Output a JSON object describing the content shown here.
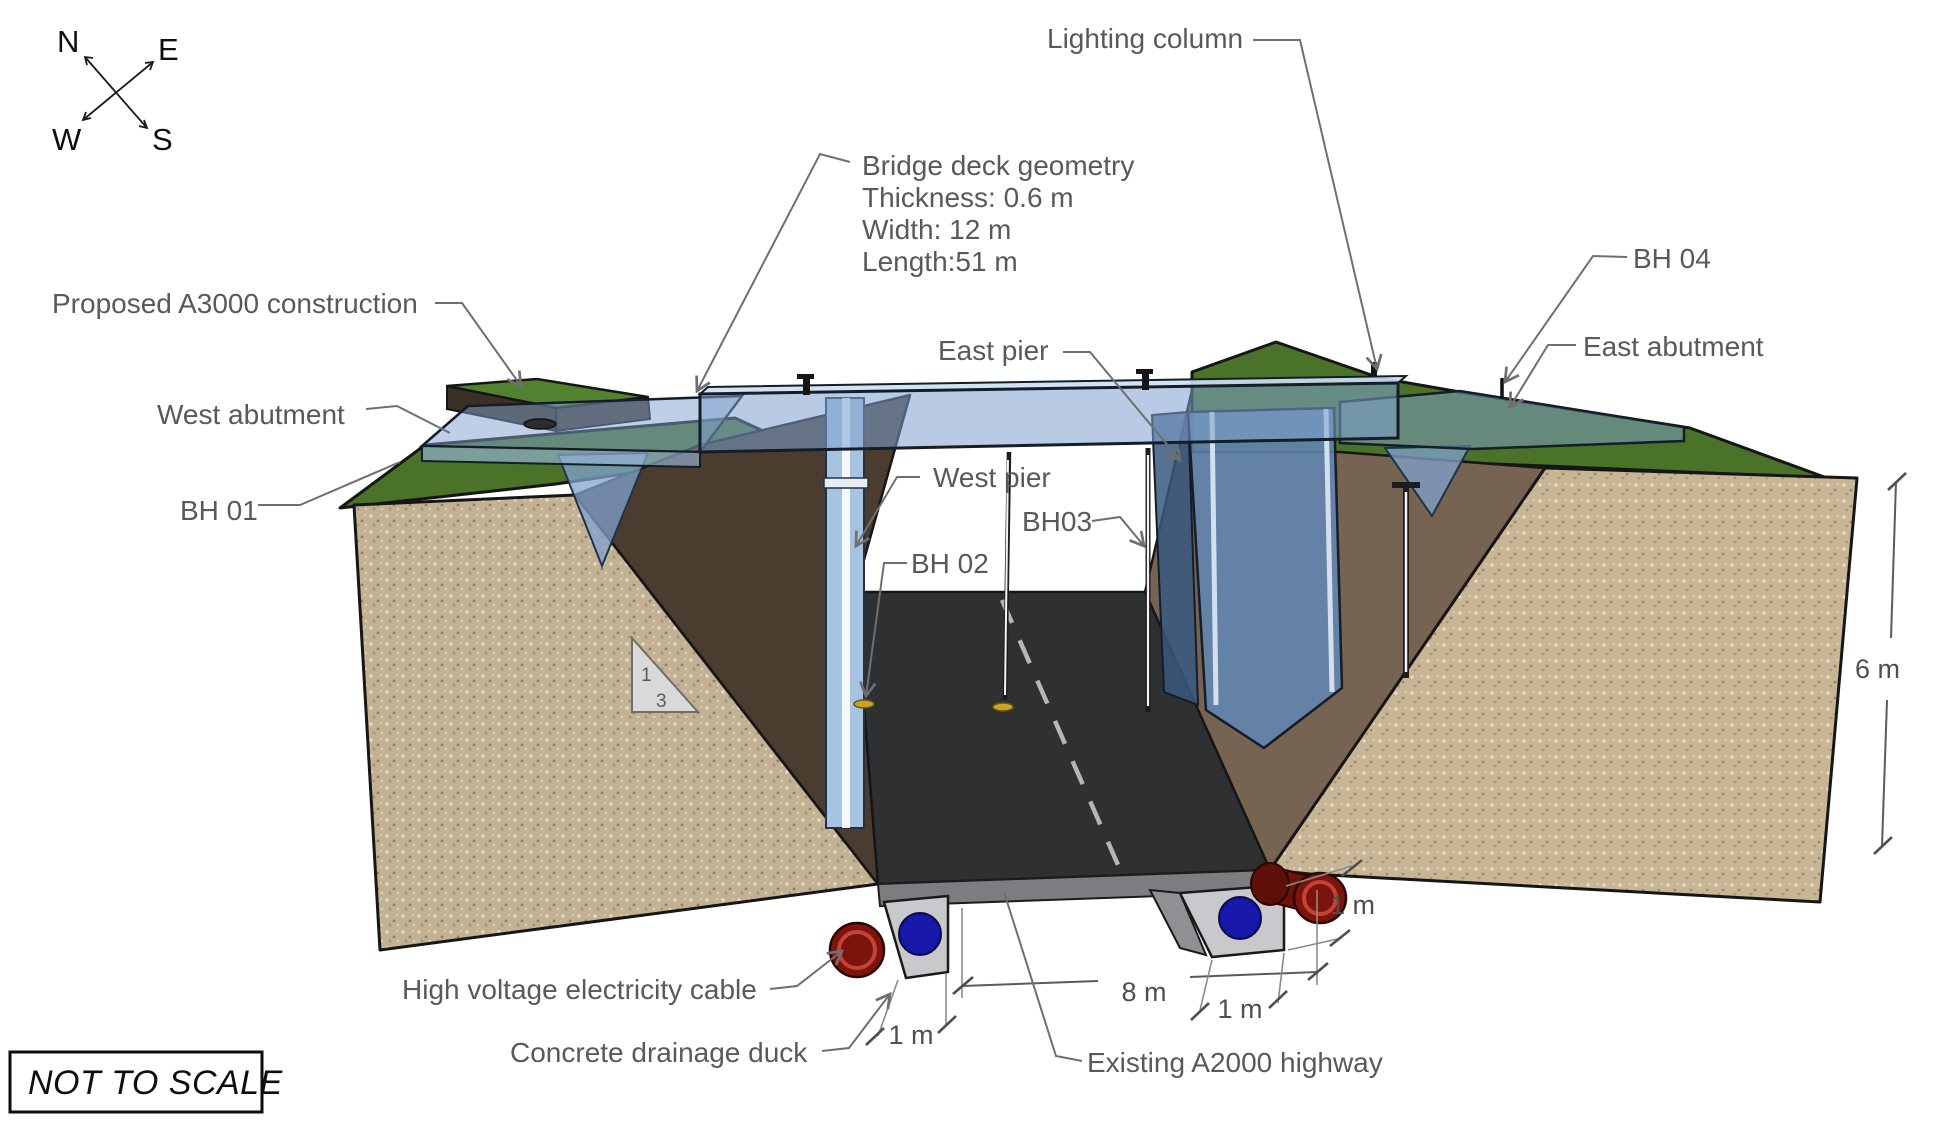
{
  "scene": {
    "compass": {
      "n": "N",
      "e": "E",
      "w": "W",
      "s": "S"
    },
    "notice": "NOT TO SCALE",
    "deck_info": {
      "line1": "Bridge deck geometry",
      "line2": "Thickness: 0.6 m",
      "line3": "Width: 12 m",
      "line4": "Length:51 m"
    },
    "labels": {
      "lighting_column": "Lighting column",
      "proposed": "Proposed A3000 construction",
      "west_abutment": "West abutment",
      "bh01": "BH 01",
      "east_pier": "East pier",
      "west_pier": "West pier",
      "bh02": "BH 02",
      "bh03": "BH03",
      "bh04": "BH 04",
      "east_abutment": "East abutment",
      "hv_cable": "High voltage electricity cable",
      "drainage_duct": "Concrete drainage duck",
      "highway": "Existing A2000 highway"
    },
    "dimensions": {
      "cut_depth": "6 m",
      "road_width": "8 m",
      "west_duct_width": "1 m",
      "east_duct_width": "1 m",
      "duct_depth": "1 m"
    },
    "slope_indicator": {
      "vertical": "1",
      "horizontal": "3"
    },
    "colors": {
      "grass": "#4a7329",
      "grass_bright": "#528230",
      "sand": "#c3b193",
      "dark_slope_west": "#4a3d30",
      "dark_slope_east": "#766351",
      "road": "#2f3032",
      "road_band": "#7c7d80",
      "deck_blue": "#7e9fcc",
      "pier_blue": "#a6c4e2",
      "duct_blue": "#1717a9",
      "cable_red": "#7c140b",
      "concrete": "#c9c9cd",
      "label_gray": "#595959"
    }
  }
}
